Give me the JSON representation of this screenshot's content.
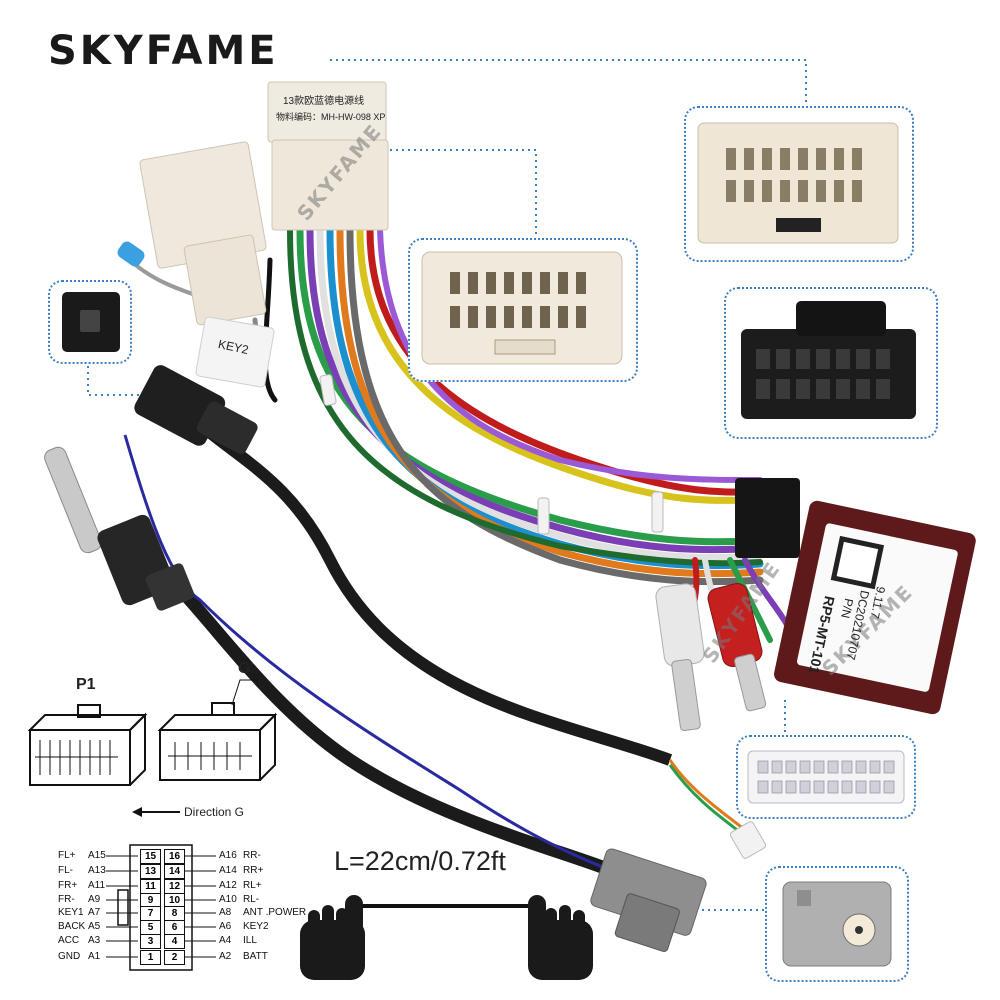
{
  "brand": "SKYFAME",
  "watermark": "SKYFAME",
  "connector_labels": {
    "top_line1": "13款欧蓝德电源线",
    "top_line2": "物料编码：MH-HW-098 XP",
    "key2_tag": "KEY2"
  },
  "module_label": {
    "model": "RP5-MT-101",
    "line2": "9.11.7",
    "line3": "DC20210707",
    "line4": "P/N"
  },
  "diagram": {
    "p1_title": "P1",
    "g_title": "G",
    "direction": "Direction G"
  },
  "length_label": "L=22cm/0.72ft",
  "pinout": {
    "left": [
      {
        "name": "FL+",
        "pin": "A15"
      },
      {
        "name": "FL-",
        "pin": "A13"
      },
      {
        "name": "FR+",
        "pin": "A11"
      },
      {
        "name": "FR-",
        "pin": "A9"
      },
      {
        "name": "KEY1",
        "pin": "A7"
      },
      {
        "name": "BACK",
        "pin": "A5"
      },
      {
        "name": "ACC",
        "pin": "A3"
      },
      {
        "name": "GND",
        "pin": "A1"
      }
    ],
    "right": [
      {
        "name": "RR-",
        "pin": "A16"
      },
      {
        "name": "RR+",
        "pin": "A14"
      },
      {
        "name": "RL+",
        "pin": "A12"
      },
      {
        "name": "RL-",
        "pin": "A10"
      },
      {
        "name": "ANT .POWER",
        "pin": "A8"
      },
      {
        "name": "KEY2",
        "pin": "A6"
      },
      {
        "name": "ILL",
        "pin": "A4"
      },
      {
        "name": "BATT",
        "pin": "A2"
      }
    ],
    "grid": [
      [
        "15",
        "16"
      ],
      [
        "13",
        "14"
      ],
      [
        "11",
        "12"
      ],
      [
        "9",
        "10"
      ],
      [
        "7",
        "8"
      ],
      [
        "5",
        "6"
      ],
      [
        "3",
        "4"
      ],
      [
        "1",
        "2"
      ]
    ]
  },
  "colors": {
    "callout_border": "#3d7fc4",
    "connector_white": "#efe6d6",
    "module_body": "#6b1f1f",
    "cable_black": "#222222"
  }
}
